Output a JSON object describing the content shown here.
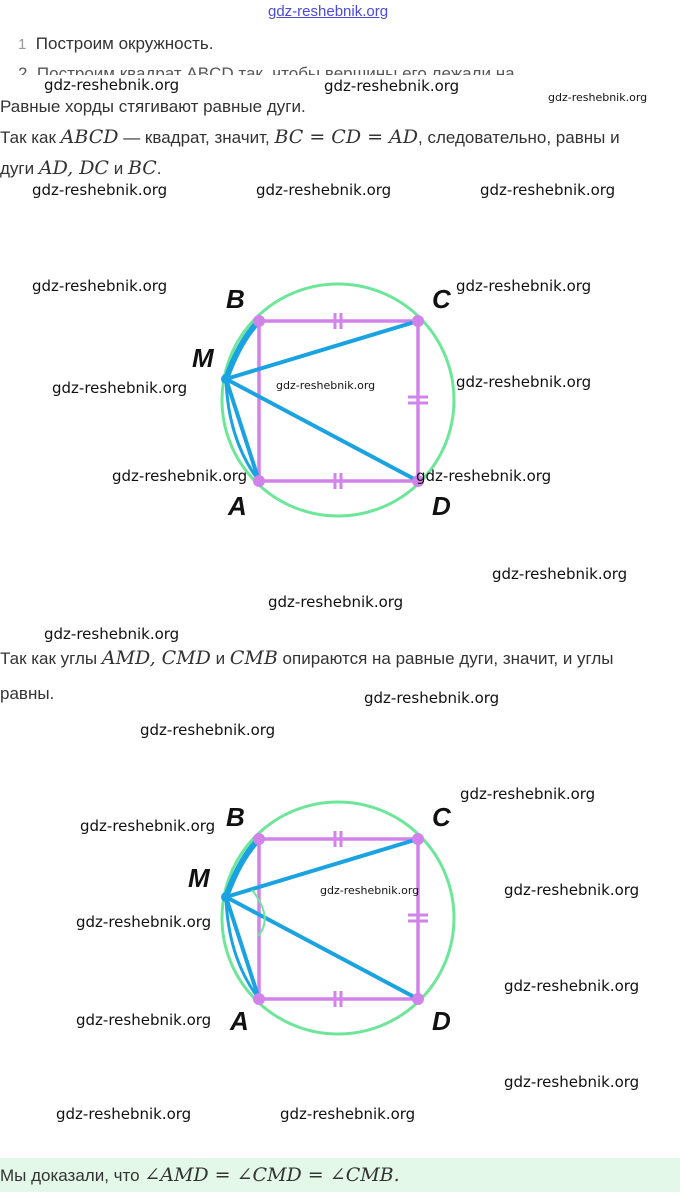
{
  "top_watermark": "gdz-reshebnik.org",
  "step1": {
    "num": "1",
    "text": "Построим окружность."
  },
  "step2_partial": {
    "num": "2",
    "text": "Построим квадрат ABCD так, чтобы вершины его лежали на"
  },
  "p1": "Равные хорды стягивают равные дуги.",
  "p2": {
    "a": "Так как ",
    "m1": "ABCD",
    "b": " — квадрат, значит, ",
    "m2": "BC = CD = AD",
    "c": ", следовательно, равны и"
  },
  "p3": {
    "a": "дуги ",
    "m1": "AD, DC",
    "b": " и ",
    "m2": "BC",
    "c": "."
  },
  "p4": {
    "a": "Так как углы ",
    "m1": "AMD, CMD",
    "b": " и ",
    "m2": "CMB",
    "c": " опираются на равные дуги, значит, и углы"
  },
  "p5": "равны.",
  "result": {
    "a": "Мы доказали, что ",
    "m": "∠AMD = ∠CMD = ∠CMB."
  },
  "labels": {
    "A": "A",
    "B": "B",
    "C": "C",
    "D": "D",
    "M": "M"
  },
  "watermark": "gdz-reshebnik.org",
  "colors": {
    "circle": "#6ee69a",
    "square": "#d283ea",
    "lines": "#1aa3e0",
    "result_bg": "#e3f8e8"
  }
}
